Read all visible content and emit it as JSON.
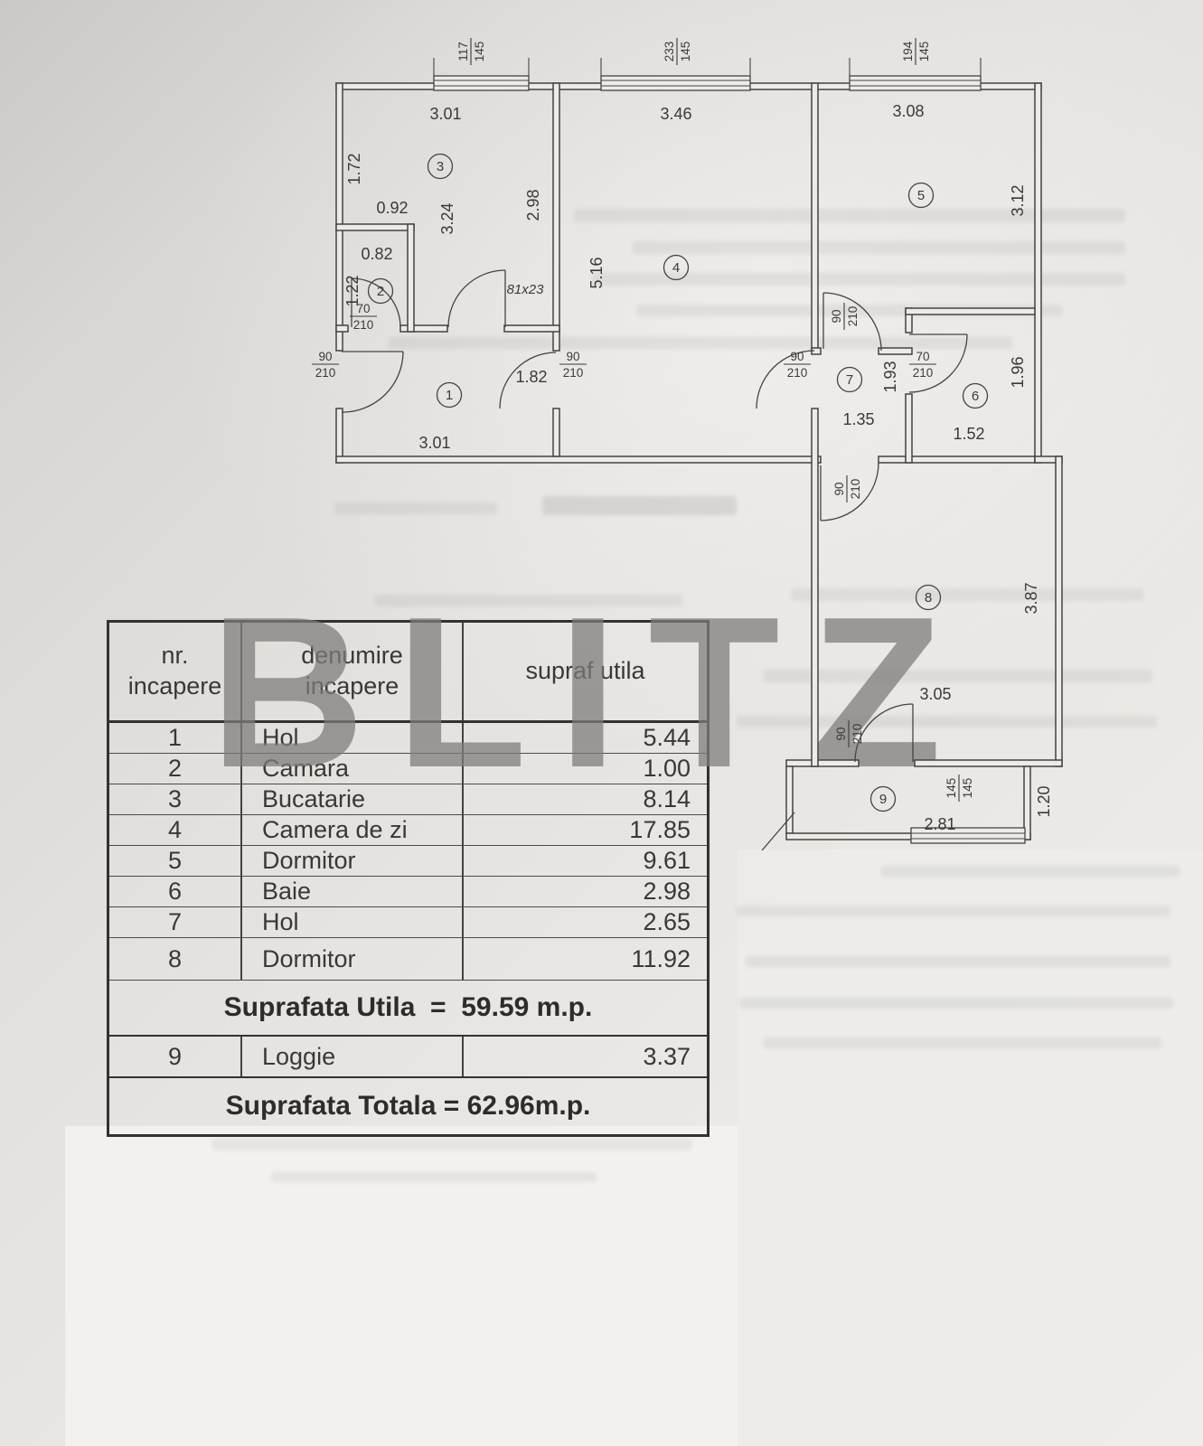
{
  "watermark": "BLITZ",
  "plan": {
    "rooms": {
      "r1": "1",
      "r2": "2",
      "r3": "3",
      "r4": "4",
      "r5": "5",
      "r6": "6",
      "r7": "7",
      "r8": "8",
      "r9": "9"
    },
    "dims": {
      "w_bucatarie": "3.01",
      "w_living": "3.46",
      "w_dorm5": "3.08",
      "h_left_wall": "1.72",
      "w_nook": "0.92",
      "h_bucatarie": "3.24",
      "h_kitchen_inner": "2.98",
      "w_camara": "0.82",
      "h_camara": "1.22",
      "h_living": "5.16",
      "pass_window": "81x23",
      "h_hol": "1.82",
      "w_hol": "3.01",
      "h_dorm5": "3.12",
      "h_hol7": "1.93",
      "h_baie": "1.96",
      "w_hol7": "1.35",
      "w_baie": "1.52",
      "h_dorm8": "3.87",
      "w_dorm8": "3.05",
      "w_loggia": "2.81",
      "h_loggia": "1.20"
    },
    "fractions": {
      "win1": {
        "n": "117",
        "d": "145"
      },
      "win2": {
        "n": "233",
        "d": "145"
      },
      "win3": {
        "n": "194",
        "d": "145"
      },
      "win_loggia": {
        "n": "145",
        "d": "145"
      },
      "door_entrance": {
        "n": "90",
        "d": "210"
      },
      "door_camara": {
        "n": "70",
        "d": "210"
      },
      "door_hol_living": {
        "n": "90",
        "d": "210"
      },
      "door_living_hol": {
        "n": "90",
        "d": "210"
      },
      "door_dorm5": {
        "n": "90",
        "d": "210"
      },
      "door_baie": {
        "n": "70",
        "d": "210"
      },
      "door_dorm8": {
        "n": "90",
        "d": "210"
      },
      "door_loggia": {
        "n": "90",
        "d": "210"
      }
    }
  },
  "table": {
    "headers": {
      "nr": "nr.\nincapere",
      "name": "denumire\nincapere",
      "area": "supraf utila"
    },
    "rows": [
      {
        "nr": "1",
        "name": "Hol",
        "area": "5.44"
      },
      {
        "nr": "2",
        "name": "Camara",
        "area": "1.00"
      },
      {
        "nr": "3",
        "name": "Bucatarie",
        "area": "8.14"
      },
      {
        "nr": "4",
        "name": "Camera de zi",
        "area": "17.85"
      },
      {
        "nr": "5",
        "name": "Dormitor",
        "area": "9.61"
      },
      {
        "nr": "6",
        "name": "Baie",
        "area": "2.98"
      },
      {
        "nr": "7",
        "name": "Hol",
        "area": "2.65"
      },
      {
        "nr": "8",
        "name": "Dormitor",
        "area": "11.92"
      }
    ],
    "suprafata_utila": "Suprafata Utila  =  59.59 m.p.",
    "loggia_row": {
      "nr": "9",
      "name": "Loggie",
      "area": "3.37"
    },
    "suprafata_totala": "Suprafata Totala = 62.96m.p."
  }
}
